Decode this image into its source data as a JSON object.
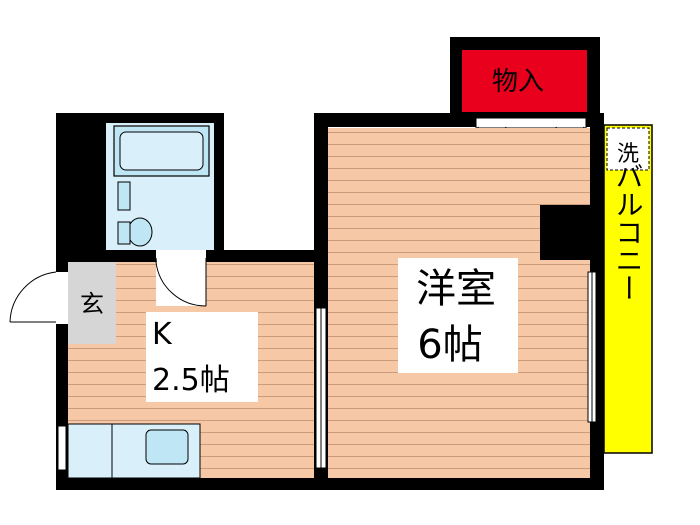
{
  "rooms": {
    "closet": {
      "label": "物入"
    },
    "entrance": {
      "label": "玄"
    },
    "kitchen": {
      "name": "K",
      "size": "2.5帖"
    },
    "western": {
      "name": "洋室",
      "size": "6帖"
    },
    "balcony": {
      "label": "バルコニー"
    },
    "laundry": {
      "label": "洗"
    }
  },
  "colors": {
    "wall": "#000000",
    "floor": "#f6c8a6",
    "floor_line": "#c89c7c",
    "closet": "#e8001c",
    "balcony": "#ffff00",
    "wet_area": "#d9f0fb",
    "fixture": "#bfe6f5",
    "entrance": "#d6d6d6"
  }
}
